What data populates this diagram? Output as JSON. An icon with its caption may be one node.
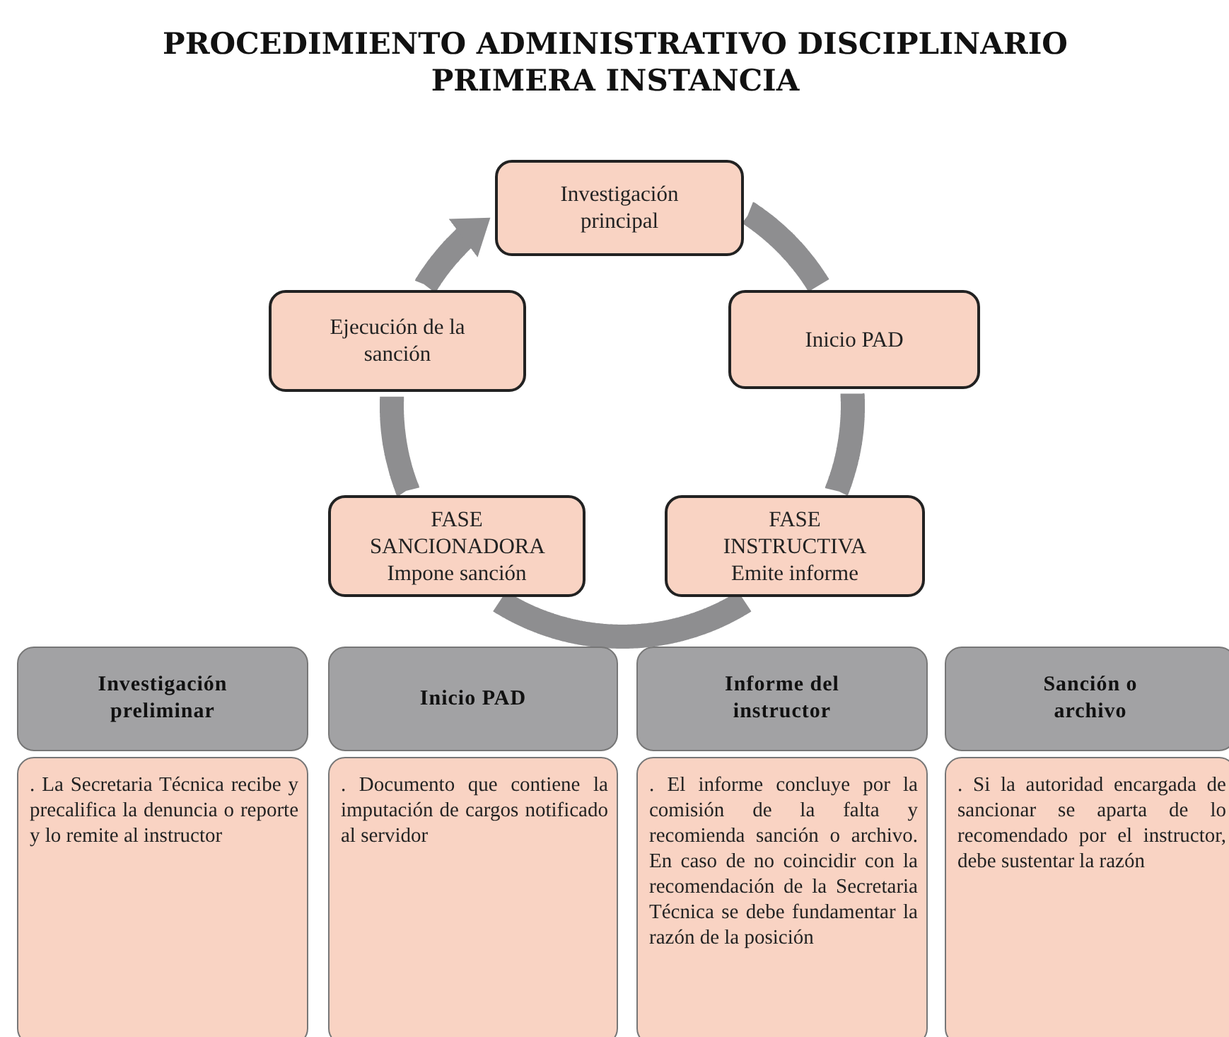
{
  "diagram": {
    "title": "PROCEDIMIENTO ADMINISTRATIVO DISCIPLINARIO PRIMERA INSTANCIA",
    "nodes": [
      {
        "text": [
          "Investigación principal"
        ]
      },
      {
        "text": [
          "Inicio PAD"
        ]
      },
      {
        "text": [
          "FASE INSTRUCTIVA Emite informe"
        ]
      },
      {
        "text": [
          "FASE SANCIONADORA Impone sanción"
        ]
      },
      {
        "text": [
          "Ejecución de la sanción"
        ]
      },
      {
        "text": [
          "Investigación preliminar",
          ". La Secretaria Técnica recibe y precalifica la denuncia o reporte y lo remite al instructor"
        ]
      },
      {
        "text": [
          "Inicio PAD",
          ". Documento que contiene la imputación de cargos notificado al servidor"
        ]
      },
      {
        "text": [
          "Informe del instructor",
          ". El informe concluye por la comisión de la falta y recomienda sanción o archivo. En caso de no coincidir con la recomendación de la Secretaria Técnica se debe fundamentar la razón de la posición"
        ]
      },
      {
        "text": [
          "Sanción o archivo",
          ". Si la autoridad encargada de sancionar se aparta de lo recomendado por el instructor, debe sustentar la razón"
        ]
      }
    ],
    "edges": [
      {
        "from": 0,
        "to": 1,
        "arrow": "none"
      },
      {
        "from": 1,
        "to": 2,
        "arrow": "none"
      },
      {
        "from": 2,
        "to": 3,
        "arrow": "none"
      },
      {
        "from": 3,
        "to": 4,
        "arrow": "none"
      },
      {
        "from": 4,
        "to": 0,
        "arrow": "to"
      }
    ]
  }
}
